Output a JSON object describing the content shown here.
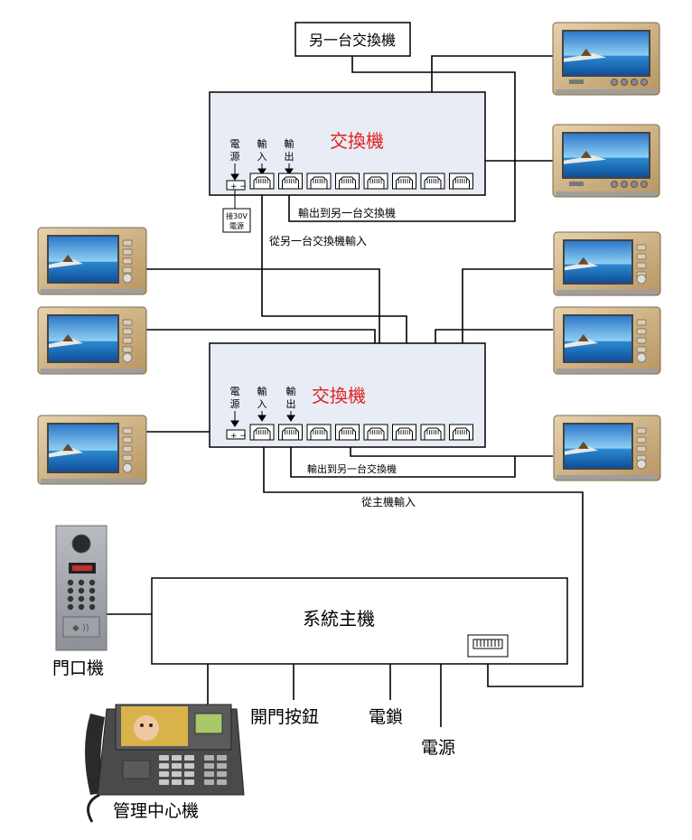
{
  "colors": {
    "line": "#000000",
    "switch_fill": "#e8ecf5",
    "switch_title": "#e02020",
    "monitor_frame": "#c8a878",
    "monitor_bezel": "#5a5a5a",
    "screen_sky": "#4aa8e8",
    "screen_sea": "#1a6ec8"
  },
  "other_switch_label": "另一台交換機",
  "switch_top": {
    "title": "交換機",
    "power_label": "電源",
    "input_label": "輸入",
    "output_label": "輸出",
    "power_note": "接30V電源",
    "power_note_line1": "接30V",
    "power_note_line2": "電源",
    "output_link": "輸出到另一台交換機",
    "port_count": 8
  },
  "link_between": "從另一台交換機輸入",
  "switch_bottom": {
    "title": "交換機",
    "power_label": "電源",
    "input_label": "輸入",
    "output_label": "輸出",
    "output_link": "輸出到另一台交換機",
    "port_count": 8
  },
  "link_from_host": "從主機輸入",
  "host": {
    "title": "系統主機"
  },
  "door_station_label": "門口機",
  "unlock_button_label": "開門按鈕",
  "electric_lock_label": "電鎖",
  "power_label": "電源",
  "management_center_label": "管理中心機",
  "icons": {
    "monitor": "indoor-monitor-icon",
    "door_station": "door-station-icon",
    "management": "desk-phone-icon",
    "port": "rj45-port-icon"
  }
}
